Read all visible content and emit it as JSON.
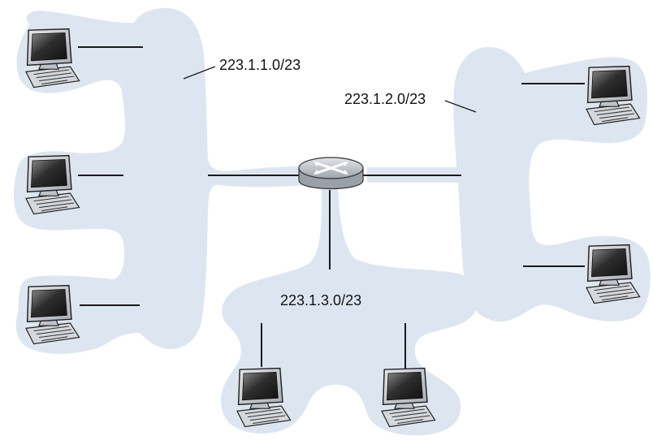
{
  "subnets": [
    {
      "id": "subnet-1",
      "label": "223.1.1.0/23",
      "hosts": 3
    },
    {
      "id": "subnet-2",
      "label": "223.1.2.0/23",
      "hosts": 2
    },
    {
      "id": "subnet-3",
      "label": "223.1.3.0/23",
      "hosts": 2
    }
  ],
  "router": {
    "icon": "router-icon"
  },
  "host_icon": "computer-icon",
  "colors": {
    "subnet_fill": "#dde6f0",
    "link": "#1a1a1a",
    "monitor_body": "#c9ccd2",
    "monitor_screen": "#2b2b2b",
    "router_body": "#c6cbd1"
  }
}
